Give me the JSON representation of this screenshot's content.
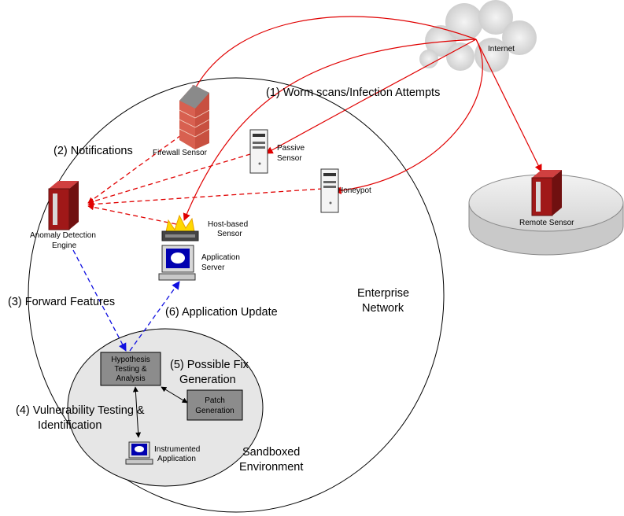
{
  "labels": {
    "internet": "Internet",
    "worm_scans": "(1) Worm scans/Infection Attempts",
    "notifications": "(2) Notifications",
    "firewall_sensor": "Firewall Sensor",
    "passive_sensor_1": "Passive",
    "passive_sensor_2": "Sensor",
    "honeypot": "Honeypot",
    "anomaly_engine_1": "Anomaly Detection",
    "anomaly_engine_2": "Engine",
    "host_sensor_1": "Host-based",
    "host_sensor_2": "Sensor",
    "app_server_1": "Application",
    "app_server_2": "Server",
    "forward_features": "(3) Forward Features",
    "app_update": "(6) Application Update",
    "enterprise_1": "Enterprise",
    "enterprise_2": "Network",
    "remote_sensor": "Remote Sensor",
    "hypothesis_1": "Hypothesis",
    "hypothesis_2": "Testing &",
    "hypothesis_3": "Analysis",
    "fix_1": "(5) Possible Fix",
    "fix_2": "Generation",
    "patch_1": "Patch",
    "patch_2": "Generation",
    "vuln_1": "(4) Vulnerability Testing &",
    "vuln_2": "Identification",
    "instrumented_1": "Instrumented",
    "instrumented_2": "Application",
    "sandbox_1": "Sandboxed",
    "sandbox_2": "Environment"
  },
  "colors": {
    "red_arrow": "#e00000",
    "blue_arrow": "#1010e0",
    "sandbox_fill": "#e6e6e6",
    "box_fill": "#8c8c8c",
    "server_red": "#b01818"
  },
  "icons": [
    "cloud-icon",
    "firewall-icon",
    "server-icon",
    "workstation-icon"
  ]
}
